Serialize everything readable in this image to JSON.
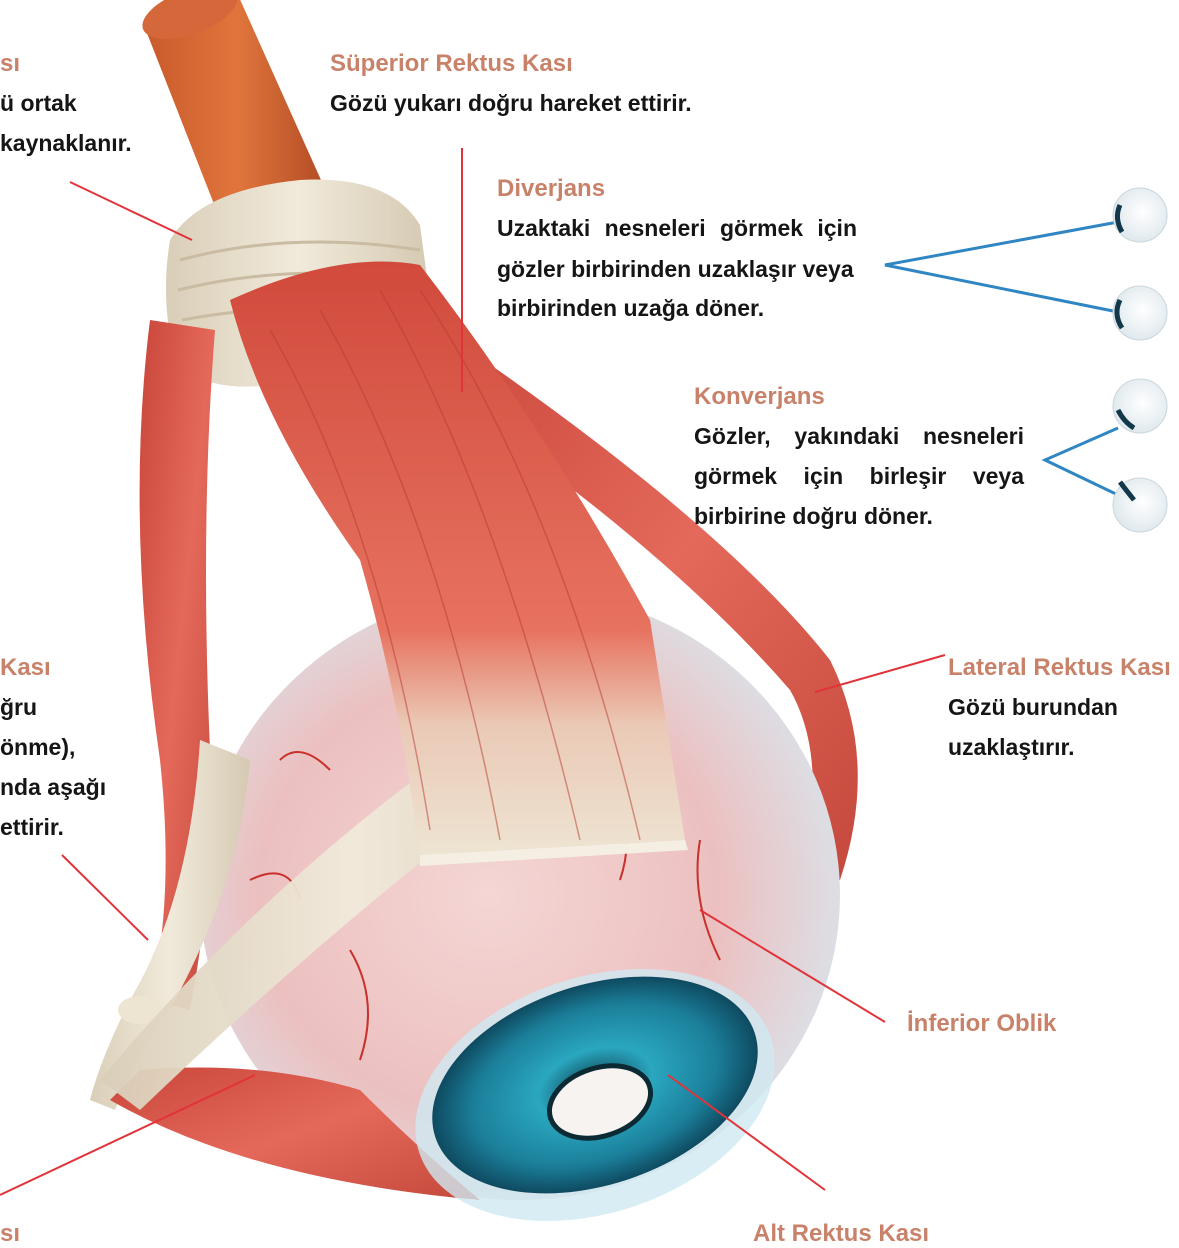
{
  "labels": {
    "top_left_title": "sı",
    "top_left_line1": "ü ortak",
    "top_left_line2": "kaynaklanır.",
    "superior_rectus_title": "Süperior Rektus Kası",
    "superior_rectus_desc": "Gözü yukarı doğru hareket ettirir.",
    "divergence_title": "Diverjans",
    "divergence_line1": "Uzaktaki nesneleri görmek için",
    "divergence_line2": "gözler birbirinden uzaklaşır veya",
    "divergence_line3": "birbirinden uzağa döner.",
    "convergence_title": "Konverjans",
    "convergence_line1": "Gözler, yakındaki nesneleri",
    "convergence_line2": "görmek için birleşir veya",
    "convergence_line3": "birbirine doğru döner.",
    "left_mid_title": "Kası",
    "left_mid_line1": "ğru",
    "left_mid_line2": "önme),",
    "left_mid_line3": "nda aşağı",
    "left_mid_line4": "ettirir.",
    "lateral_rectus_title": "Lateral Rektus Kası",
    "lateral_rectus_line1": "Gözü burundan",
    "lateral_rectus_line2": "uzaklaştırır.",
    "inferior_oblique_title": "İnferior Oblik",
    "inferior_rectus_title": "Alt Rektus Kası",
    "bottom_left_title": "sı"
  },
  "colors": {
    "title_accent": "#c9826a",
    "leader_line": "#e0343a",
    "vergence_line": "#2f86c2",
    "muscle": "#d24a3d",
    "tendon": "#e8dfcf",
    "iris": "#1e8fa6"
  }
}
